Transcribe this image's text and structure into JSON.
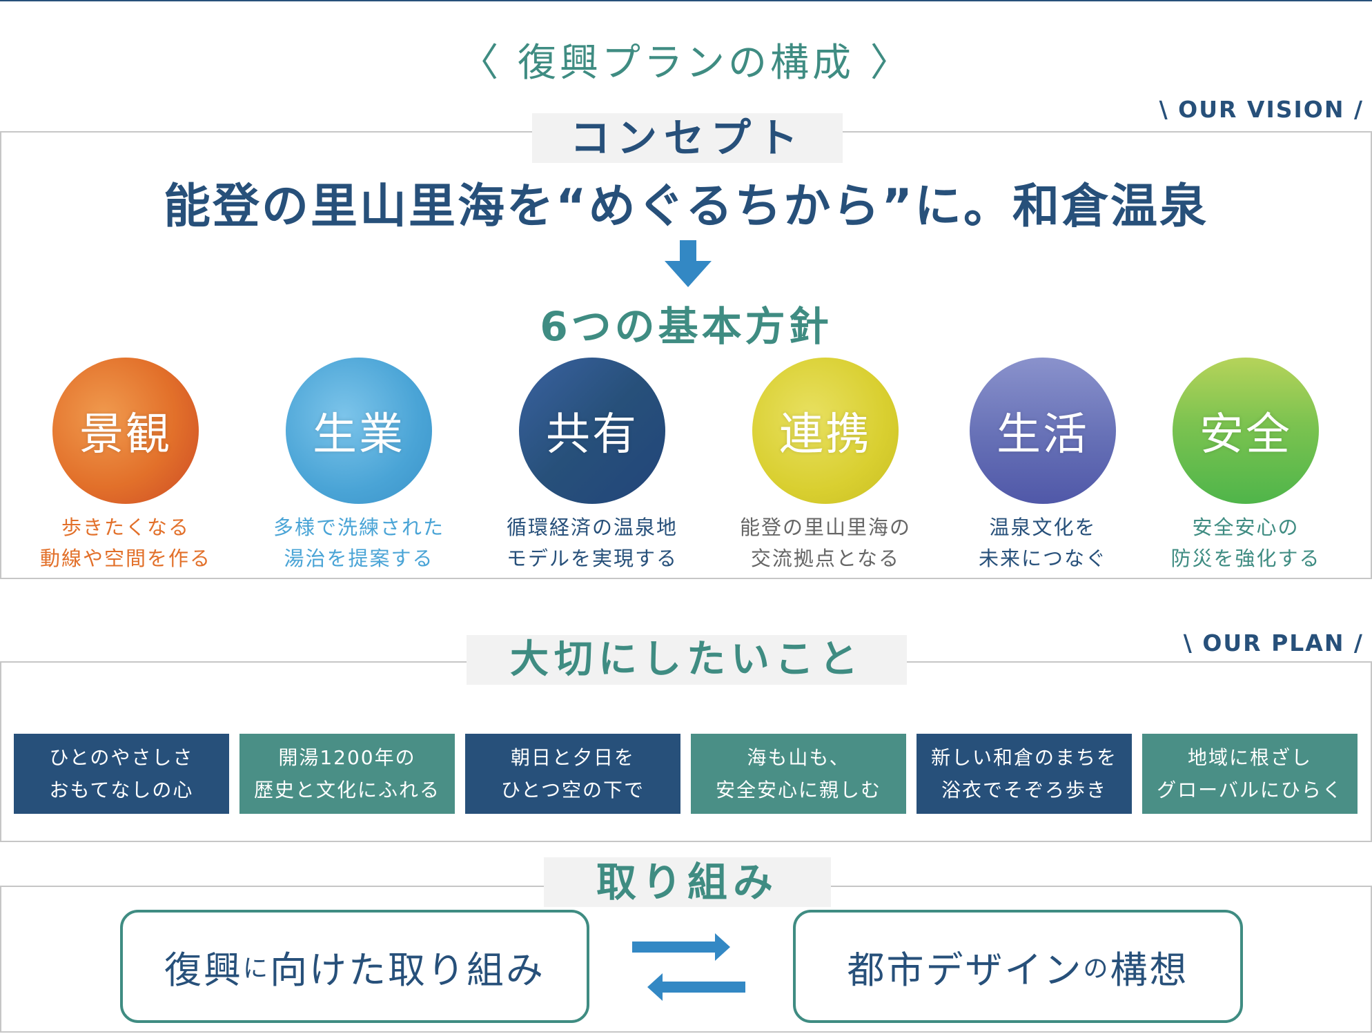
{
  "header": {
    "title": "〈 復興プランの構成 〉"
  },
  "vision": {
    "tag": "\\ OUR VISION /",
    "label": "コンセプト",
    "concept": "能登の里山里海を“めぐるちから”に。和倉温泉",
    "policies_title": "6つの基本方針",
    "policies": [
      {
        "name": "景観",
        "line1": "歩きたくなる",
        "line2": "動線や空間を作る",
        "color": "#e2702a"
      },
      {
        "name": "生業",
        "line1": "多様で洗練された",
        "line2": "湯治を提案する",
        "color": "#4aa4d6"
      },
      {
        "name": "共有",
        "line1": "循環経済の温泉地",
        "line2": "モデルを実現する",
        "color": "#27507a"
      },
      {
        "name": "連携",
        "line1": "能登の里山里海の",
        "line2": "交流拠点となる",
        "color": "#d9cf30"
      },
      {
        "name": "生活",
        "line1": "温泉文化を",
        "line2": "未来につなぐ",
        "color": "#6670b6"
      },
      {
        "name": "安全",
        "line1": "安全安心の",
        "line2": "防災を強化する",
        "color": "#62bd4f"
      }
    ]
  },
  "plan": {
    "tag": "\\ OUR PLAN /",
    "label": "大切にしたいこと",
    "items": [
      {
        "line1": "ひとのやさしさ",
        "line2": "おもてなしの心"
      },
      {
        "line1": "開湯1200年の",
        "line2": "歴史と文化にふれる"
      },
      {
        "line1": "朝日と夕日を",
        "line2": "ひとつ空の下で"
      },
      {
        "line1": "海も山も、",
        "line2": "安全安心に親しむ"
      },
      {
        "line1": "新しい和倉のまちを",
        "line2": "浴衣でそぞろ歩き"
      },
      {
        "line1": "地域に根ざし",
        "line2": "グローバルにひらく"
      }
    ]
  },
  "actions": {
    "label": "取り組み",
    "left": {
      "part1": "復興",
      "small": "に",
      "part2": "向けた取り組み"
    },
    "right": {
      "part1": "都市デザイン",
      "small": "の",
      "part2": "構想"
    }
  },
  "colors": {
    "navy": "#27507a",
    "teal": "#3f8c82",
    "plan_green": "#4a8f86",
    "arrow_blue": "#3388c4",
    "label_bg": "#f2f2f2",
    "frame_border": "#c6c6c6"
  }
}
